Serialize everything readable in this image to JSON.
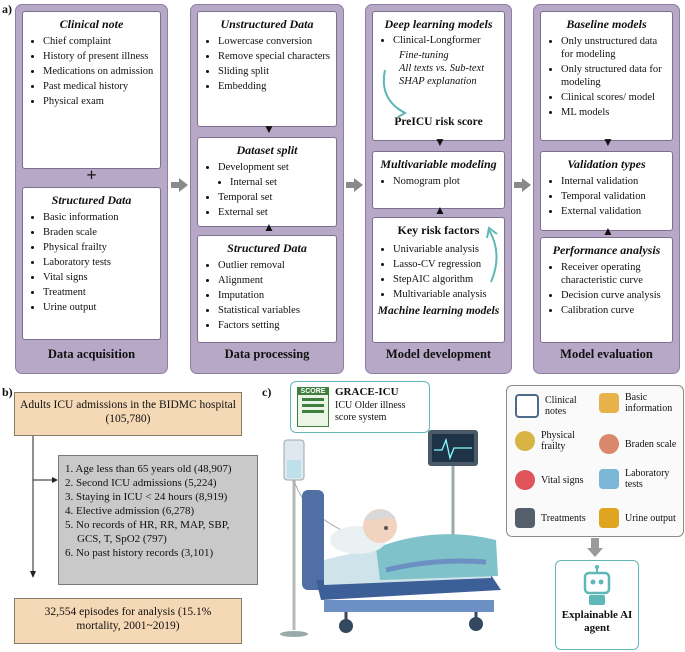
{
  "panel_a": {
    "label": "a)",
    "col1": {
      "clinical_title": "Clinical note",
      "clinical_items": [
        "Chief complaint",
        "History of present illness",
        "Medications on admission",
        "Past medical history",
        "Physical exam"
      ],
      "plus": "+",
      "structured_title": "Structured Data",
      "structured_items": [
        "Basic information",
        "Braden scale",
        "Physical frailty",
        "Laboratory tests",
        "Vital signs",
        "Treatment",
        "Urine output"
      ],
      "footer": "Data acquisition"
    },
    "col2": {
      "unstructured_title": "Unstructured Data",
      "unstructured_items": [
        "Lowercase conversion",
        "Remove special characters",
        "Sliding split",
        "Embedding"
      ],
      "split_title": "Dataset split",
      "split_items": [
        "Development set",
        "Internal set",
        "Temporal set",
        "External set"
      ],
      "structured_title": "Structured Data",
      "structured_items": [
        "Outlier removal",
        "Alignment",
        "Imputation",
        "Statistical variables",
        "Factors setting"
      ],
      "footer": "Data processing"
    },
    "col3": {
      "dl_title": "Deep learning models",
      "dl_item": "Clinical-Longformer",
      "dl_sub": [
        "Fine-tuning",
        "All texts vs. Sub-text",
        "SHAP explanation"
      ],
      "preicu": "PreICU risk score",
      "mv_title": "Multivariable modeling",
      "mv_items": [
        "Nomogram plot"
      ],
      "krf_title": "Key risk factors",
      "krf_items": [
        "Univariable analysis",
        "Lasso-CV regression",
        "StepAIC algorithm",
        "Multivariable analysis"
      ],
      "ml_title": "Machine learning models",
      "footer": "Model development"
    },
    "col4": {
      "baseline_title": "Baseline models",
      "baseline_items": [
        "Only unstructured data for modeling",
        "Only structured data for modeling",
        "Clinical scores/ model",
        "ML models"
      ],
      "validation_title": "Validation types",
      "validation_items": [
        "Internal validation",
        "Temporal validation",
        "External validation"
      ],
      "perf_title": "Performance analysis",
      "perf_items": [
        "Receiver operating characteristic curve",
        "Decision curve analysis",
        "Calibration curve"
      ],
      "footer": "Model evaluation"
    }
  },
  "panel_b": {
    "label": "b)",
    "top": "Adults ICU admissions in the BIDMC hospital (105,780)",
    "exclusions": [
      "1. Age less than 65 years old (48,907)",
      "2. Second ICU admissions (5,224)",
      "3. Staying in ICU < 24 hours (8,919)",
      "4. Elective admission (6,278)",
      "5. No records of HR, RR, MAP, SBP, GCS, T, SpO2 (797)",
      "6. No past history records (3,101)"
    ],
    "bottom": "32,554 episodes for analysis (15.1% mortality, 2001~2019)"
  },
  "panel_c": {
    "label": "c)",
    "score_tag": "SCORE",
    "grace_title": "GRACE-ICU",
    "grace_sub": "ICU Older illness score system",
    "legend": [
      {
        "label": "Clinical notes",
        "icon": "clipboard-icon",
        "color": "#4d6b8a"
      },
      {
        "label": "Basic information",
        "icon": "id-card-icon",
        "color": "#e7b24a"
      },
      {
        "label": "Physical frailty",
        "icon": "elderly-person-icon",
        "color": "#d7b443"
      },
      {
        "label": "Braden scale",
        "icon": "patient-icon",
        "color": "#d9886c"
      },
      {
        "label": "Vital signs",
        "icon": "heart-pulse-icon",
        "color": "#e0545c"
      },
      {
        "label": "Laboratory tests",
        "icon": "test-tube-icon",
        "color": "#7bb6d6"
      },
      {
        "label": "Treatments",
        "icon": "robot-arm-icon",
        "color": "#555f6b"
      },
      {
        "label": "Urine output",
        "icon": "urine-bag-icon",
        "color": "#e0a520"
      }
    ],
    "agent_label": "Explainable AI agent",
    "colors": {
      "panel": "#b6a8c6",
      "flow_box": "#f5d8b6",
      "exclusion_box": "#c9c9c9",
      "accent": "#5fb7b7"
    }
  }
}
